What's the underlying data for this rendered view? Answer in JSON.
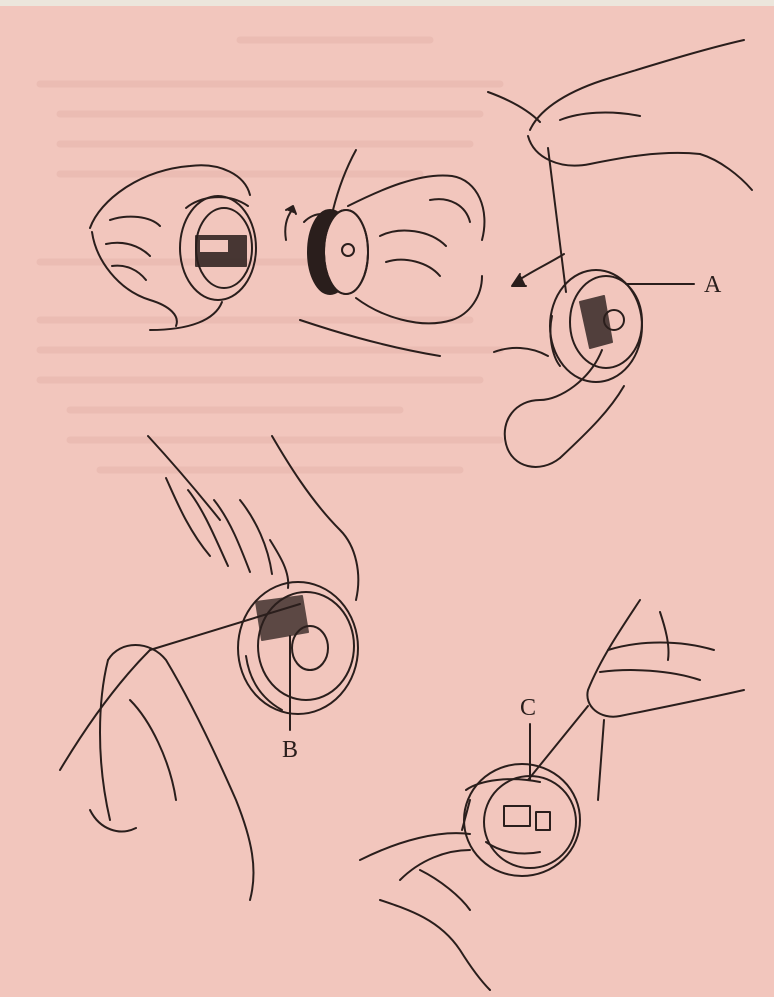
{
  "labels": {
    "a": "A",
    "b": "B",
    "c": "C"
  },
  "colors": {
    "paper": "#f2c6bd",
    "ink": "#2a1e1c",
    "faint_print": "#e6b5ab"
  }
}
